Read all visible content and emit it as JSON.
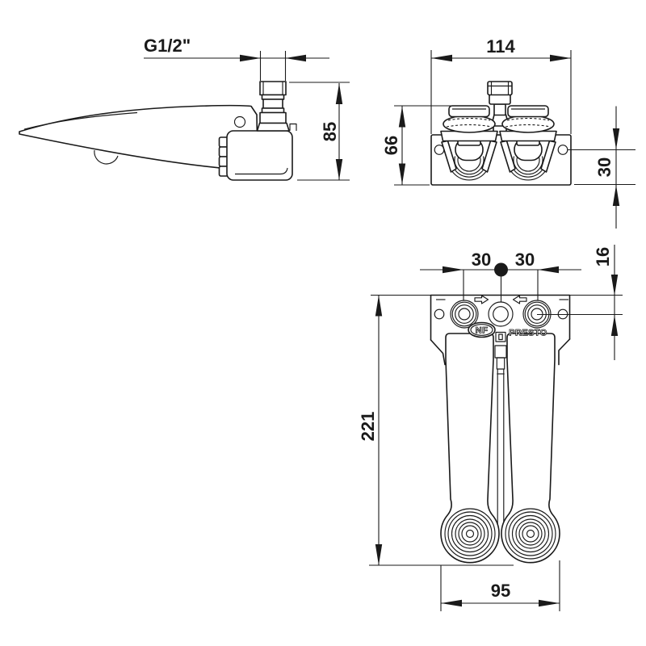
{
  "page": {
    "background": "#ffffff",
    "line_color": "#1a1a1a"
  },
  "views": {
    "side": {
      "labels": {
        "thread": "G1/2\"",
        "height": "85"
      }
    },
    "front": {
      "labels": {
        "width": "114",
        "height": "66",
        "hole_offset": "30"
      }
    },
    "plan": {
      "labels": {
        "spacing_left": "30",
        "spacing_right": "30",
        "top_offset": "16",
        "length": "221",
        "pedal_span": "95"
      },
      "marks": {
        "certification": "NF",
        "brand": "PRESTO"
      }
    }
  }
}
